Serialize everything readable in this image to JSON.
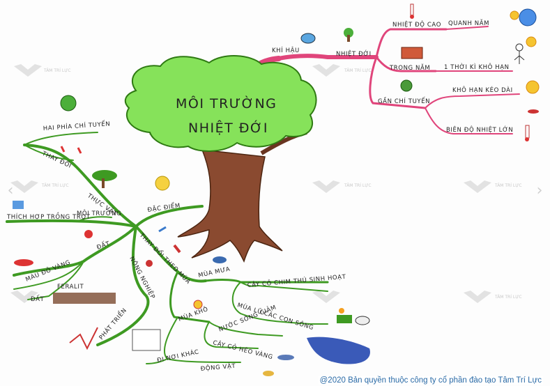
{
  "title": {
    "line1": "MÔI TRƯỜNG",
    "line2": "NHIỆT ĐỚI"
  },
  "watermark": "TÂM TRÍ LỰC",
  "copyright": "@2020 Bản quyền thuộc công ty cổ phần đào tạo Tâm Trí Lực",
  "labels": {
    "khi_hau": "KHÍ HẬU",
    "nhiet_doi": "NHIỆT ĐỚI",
    "nhiet_do_cao": "NHIỆT ĐỘ CAO",
    "quanh_nam": "QUANH NĂM",
    "trong_nam": "TRONG NĂM",
    "mot_thoi_ki": "1 THỜI KÌ KHÔ HẠN",
    "gan_chi_tuyen": "GẦN CHÍ TUYẾN",
    "kho_han_keo_dai": "KHÔ HẠN KÉO DÀI",
    "bien_do": "BIÊN ĐỘ NHIỆT LỚN",
    "hai_phia": "HAI PHÍA CHÍ TUYẾN",
    "thay_doi": "THAY ĐỔI",
    "thuc_vat": "THỰC VẬT",
    "thich_hop": "THÍCH HỢP TRỒNG TRỌT",
    "moi_truong": "MÔI TRƯỜNG",
    "dat": "ĐẤT",
    "mau_do_vang": "MÀU ĐỎ VÀNG",
    "feralit": "FERALIT",
    "dat2": "ĐẤT",
    "dac_diem": "ĐẶC ĐIỂM",
    "thay_doi_theo_mua": "THAY ĐỔI THEO MÙA",
    "nong_nghiep": "NÔNG NGHIỆP",
    "phat_trien": "PHÁT TRIỂN",
    "mua_mua": "MÙA MƯA",
    "co_chim": "CÂY CỎ CHIM THÚ SINH HOẠT",
    "mua_lu": "MÙA LŨ CÁC CON SÔNG",
    "mua_kho": "MÙA KHÔ",
    "nuoc_song_giam": "NƯỚC SÔNG GIẢM",
    "co_heo_vang": "CÂY CỎ HÉO VÀNG",
    "di_noi_khac": "ĐI NƠI KHÁC",
    "dong_vat": "ĐỘNG VẬT"
  },
  "colors": {
    "climate_branch": "#e0457b",
    "other_branch": "#3e9a22",
    "canopy": "#86e25a",
    "trunk": "#8a4a30"
  }
}
